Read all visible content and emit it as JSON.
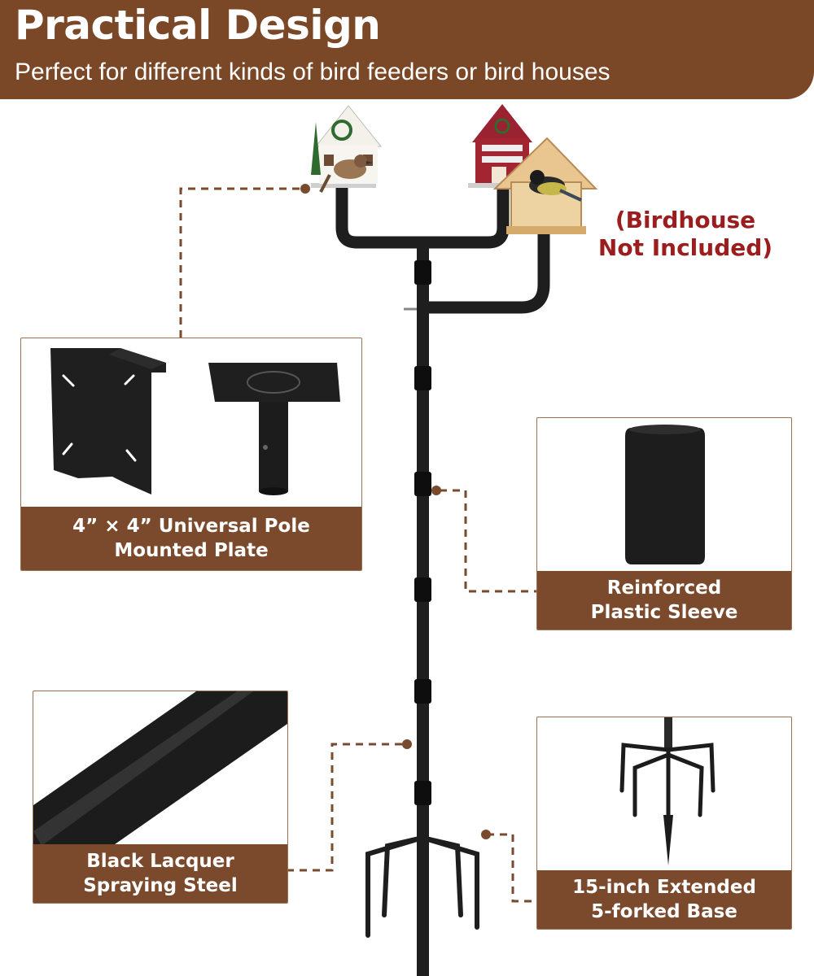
{
  "header": {
    "title": "Practical Design",
    "subtitle": "Perfect for different kinds of bird feeders or bird houses"
  },
  "note": {
    "line1": "(Birdhouse",
    "line2": "Not Included)"
  },
  "features": [
    {
      "line1": "4” × 4” Universal Pole",
      "line2": "Mounted Plate"
    },
    {
      "line1": "Reinforced",
      "line2": "Plastic Sleeve"
    },
    {
      "line1": "Black Lacquer",
      "line2": "Spraying Steel"
    },
    {
      "line1": "15-inch Extended",
      "line2": "5-forked Base"
    }
  ],
  "colors": {
    "brand_brown": "#7a4727",
    "label_brown": "#7b4a2d",
    "note_red": "#9b1d1d",
    "pole_black": "#1e1e1e"
  },
  "icons": [
    "pole-icon",
    "birdhouse-icon",
    "bird-icon",
    "mounting-plate-icon",
    "sleeve-icon",
    "fork-base-icon"
  ]
}
